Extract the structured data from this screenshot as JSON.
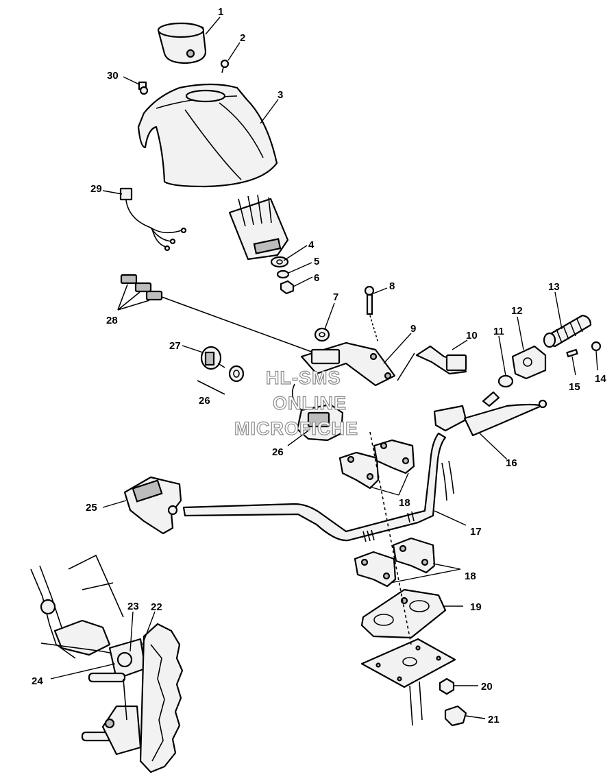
{
  "watermark": {
    "line1": "HL-SMS",
    "line2": "ONLINE",
    "line3": "MICROFICHE"
  },
  "callouts": {
    "c1": "1",
    "c2": "2",
    "c3": "3",
    "c4": "4",
    "c5": "5",
    "c6": "6",
    "c7": "7",
    "c8": "8",
    "c9": "9",
    "c10": "10",
    "c11": "11",
    "c12": "12",
    "c13": "13",
    "c14": "14",
    "c15": "15",
    "c16": "16",
    "c17": "17",
    "c18a": "18",
    "c18b": "18",
    "c19": "19",
    "c20": "20",
    "c21": "21",
    "c22": "22",
    "c23": "23",
    "c24": "24",
    "c25": "25",
    "c26a": "26",
    "c26b": "26",
    "c27": "27",
    "c28": "28",
    "c29": "29",
    "c30": "30"
  }
}
